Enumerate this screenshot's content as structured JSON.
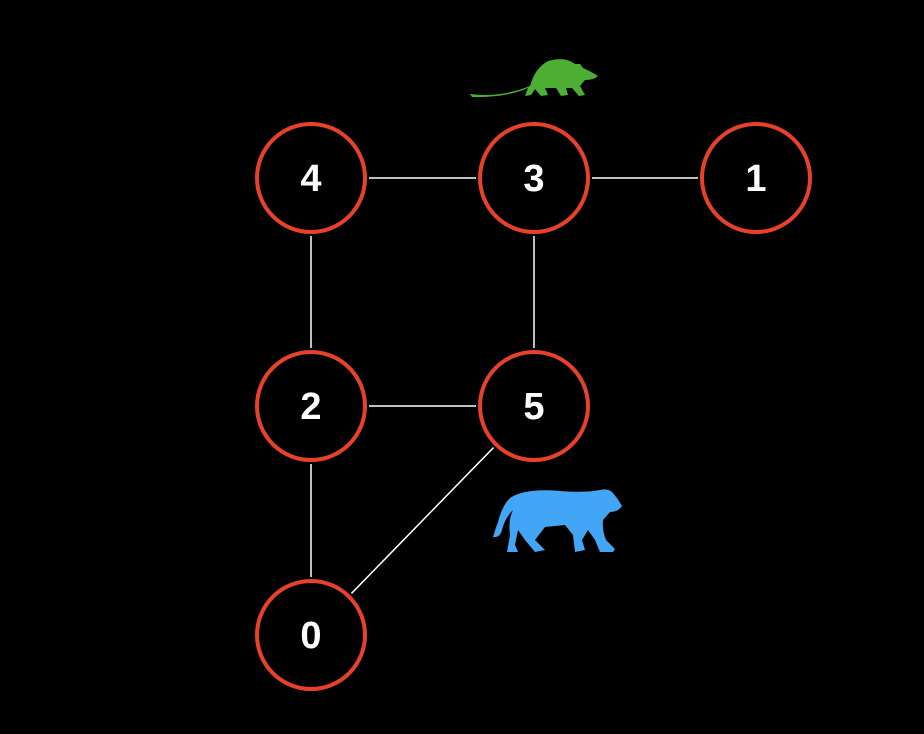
{
  "colors": {
    "node_stroke": "#e8412a",
    "edge": "#ffffff",
    "mouse": "#4cae33",
    "cat": "#42a5f5",
    "background": "#000000"
  },
  "nodes": [
    {
      "id": "4",
      "label": "4"
    },
    {
      "id": "3",
      "label": "3"
    },
    {
      "id": "1",
      "label": "1"
    },
    {
      "id": "2",
      "label": "2"
    },
    {
      "id": "5",
      "label": "5"
    },
    {
      "id": "0",
      "label": "0"
    }
  ],
  "edges": [
    [
      "4",
      "3"
    ],
    [
      "3",
      "1"
    ],
    [
      "4",
      "2"
    ],
    [
      "3",
      "5"
    ],
    [
      "2",
      "5"
    ],
    [
      "2",
      "0"
    ],
    [
      "5",
      "0"
    ]
  ],
  "icons": {
    "mouse": "mouse-icon",
    "cat": "cat-icon"
  }
}
